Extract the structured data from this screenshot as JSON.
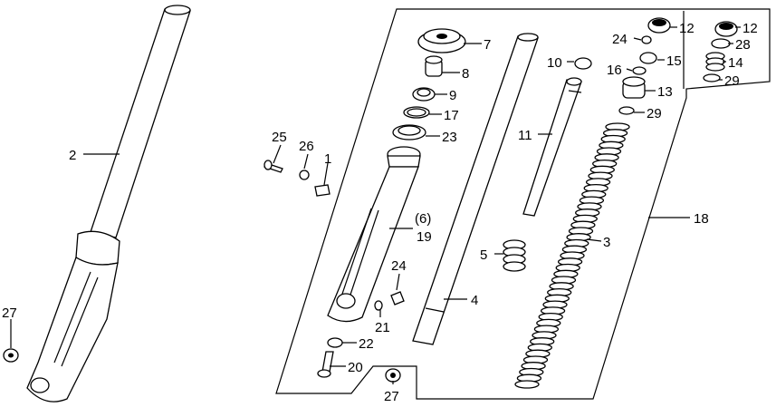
{
  "diagram": {
    "labels": [
      {
        "id": "l2",
        "text": "2"
      },
      {
        "id": "l27a",
        "text": "27"
      },
      {
        "id": "l25",
        "text": "25"
      },
      {
        "id": "l26",
        "text": "26"
      },
      {
        "id": "l1",
        "text": "1"
      },
      {
        "id": "l7",
        "text": "7"
      },
      {
        "id": "l8",
        "text": "8"
      },
      {
        "id": "l9",
        "text": "9"
      },
      {
        "id": "l17",
        "text": "17"
      },
      {
        "id": "l23",
        "text": "23"
      },
      {
        "id": "l6",
        "text": "(6)"
      },
      {
        "id": "l19",
        "text": "19"
      },
      {
        "id": "l24a",
        "text": "24"
      },
      {
        "id": "l21",
        "text": "21"
      },
      {
        "id": "l22",
        "text": "22"
      },
      {
        "id": "l20",
        "text": "20"
      },
      {
        "id": "l27b",
        "text": "27"
      },
      {
        "id": "l4",
        "text": "4"
      },
      {
        "id": "l5",
        "text": "5"
      },
      {
        "id": "l10",
        "text": "10"
      },
      {
        "id": "l11",
        "text": "11"
      },
      {
        "id": "l24b",
        "text": "24"
      },
      {
        "id": "l12a",
        "text": "12"
      },
      {
        "id": "l16",
        "text": "16"
      },
      {
        "id": "l15",
        "text": "15"
      },
      {
        "id": "l13",
        "text": "13"
      },
      {
        "id": "l29a",
        "text": "29"
      },
      {
        "id": "l3",
        "text": "3"
      },
      {
        "id": "l18",
        "text": "18"
      },
      {
        "id": "l12b",
        "text": "12"
      },
      {
        "id": "l28",
        "text": "28"
      },
      {
        "id": "l14",
        "text": "14"
      },
      {
        "id": "l29b",
        "text": "29"
      }
    ]
  }
}
